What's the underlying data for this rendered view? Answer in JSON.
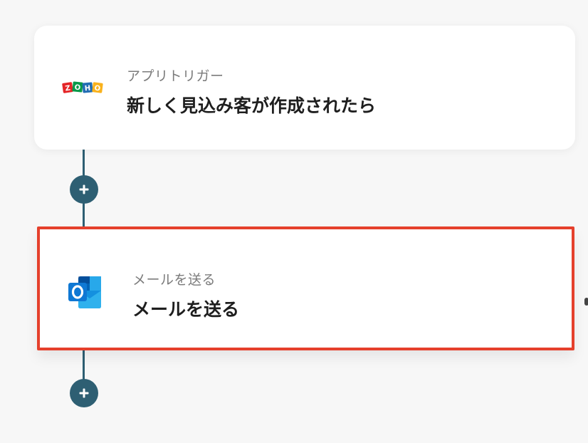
{
  "flow": {
    "trigger": {
      "app_icon": "zoho-logo-icon",
      "logo_letters": [
        "Z",
        "O",
        "H",
        "O"
      ],
      "logo_colors": [
        "#e42527",
        "#089949",
        "#226db4",
        "#f9b21d"
      ],
      "subtitle": "アプリトリガー",
      "title": "新しく見込み客が作成されたら"
    },
    "action": {
      "app_icon": "outlook-icon",
      "subtitle": "メールを送る",
      "title": "メールを送る",
      "highlight_color": "#e5402c"
    },
    "add_step_icon": "plus-icon",
    "connector_color": "#2e5f73"
  }
}
